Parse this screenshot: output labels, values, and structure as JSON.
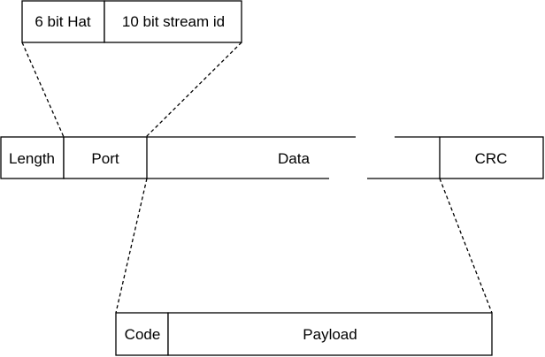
{
  "top_fields": {
    "hat": "6 bit Hat",
    "stream_id": "10 bit stream id"
  },
  "packet_fields": {
    "length": "Length",
    "port": "Port",
    "data": "Data",
    "crc": "CRC"
  },
  "payload_fields": {
    "code": "Code",
    "payload": "Payload"
  }
}
